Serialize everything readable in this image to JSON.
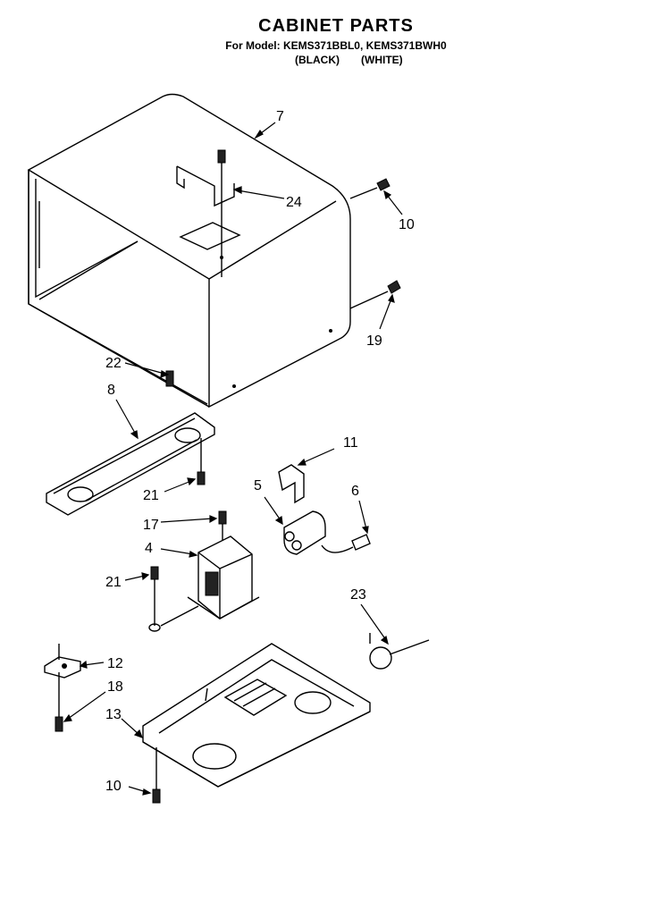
{
  "header": {
    "title": "CABINET PARTS",
    "subtitle": "For Model: KEMS371BBL0, KEMS371BWH0",
    "finish_left": "(BLACK)",
    "finish_right": "(WHITE)"
  },
  "callouts": [
    "7",
    "24",
    "10",
    "19",
    "22",
    "8",
    "11",
    "21",
    "5",
    "6",
    "17",
    "4",
    "21",
    "23",
    "12",
    "18",
    "13",
    "10"
  ]
}
